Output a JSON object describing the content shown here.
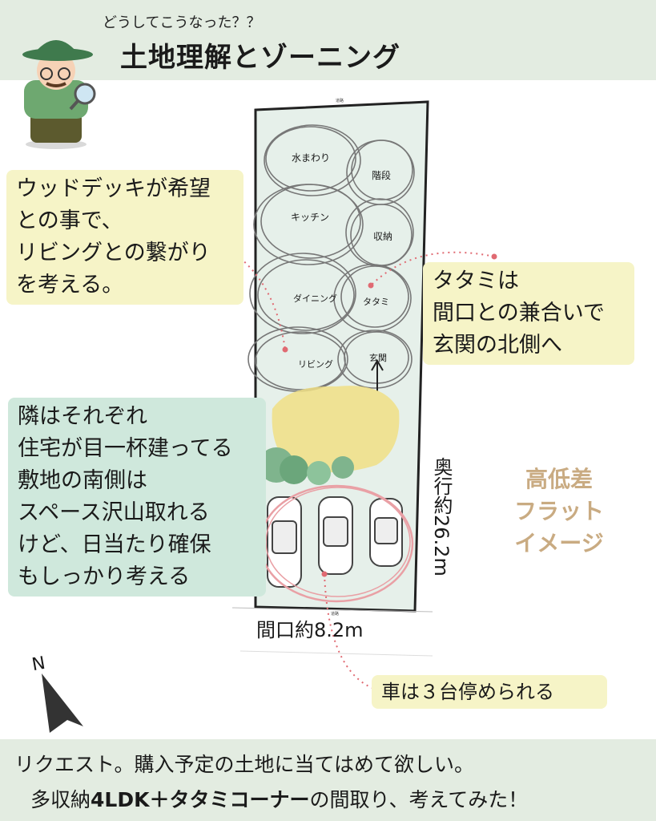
{
  "header": {
    "subtitle": "どうしてこうなった？？",
    "title": "土地理解とゾーニング"
  },
  "plan": {
    "zones": [
      "水まわり",
      "階段",
      "キッチン",
      "収納",
      "ダイニング",
      "タタミ",
      "リビング",
      "玄関"
    ],
    "top_road": "道路",
    "bottom_road": "道路"
  },
  "notes": {
    "wood_deck": [
      "ウッドデッキが希望",
      "との事で、",
      "リビングとの繋がり",
      "を考える。"
    ],
    "tatami": [
      "タタミは",
      "間口との兼合いで",
      "玄関の北側へ"
    ],
    "south": [
      "隣はそれぞれ",
      "住宅が目一杯建ってる",
      "敷地の南側は",
      "スペース沢山取れる",
      "けど、日当たり確保",
      "もしっかり考える"
    ],
    "cars": "車は３台停められる"
  },
  "site": {
    "elevation": [
      "高低差",
      "フラット",
      "イメージ"
    ],
    "depth": "奥行約26.2m",
    "frontage": "間口約8.2m",
    "north": "N"
  },
  "footer": {
    "line1": "リクエスト。購入予定の土地に当てはめて欲しい。",
    "line2_pre": "多収納",
    "line2_bold": "4LDK＋タタミコーナー",
    "line2_post": "の間取り、考えてみた！"
  },
  "colors": {
    "background": "#e3ece1",
    "note_yellow": "#f6f4c7",
    "note_green": "#cfe8dc",
    "accent_dot": "#e06a72",
    "elevation_text": "#c9ab82",
    "garden_yellow": "#f0df85",
    "plot_fill": "#e6f0ea"
  },
  "icons": [
    "detective-icon",
    "north-arrow-icon",
    "car-icon",
    "tree-icon"
  ]
}
